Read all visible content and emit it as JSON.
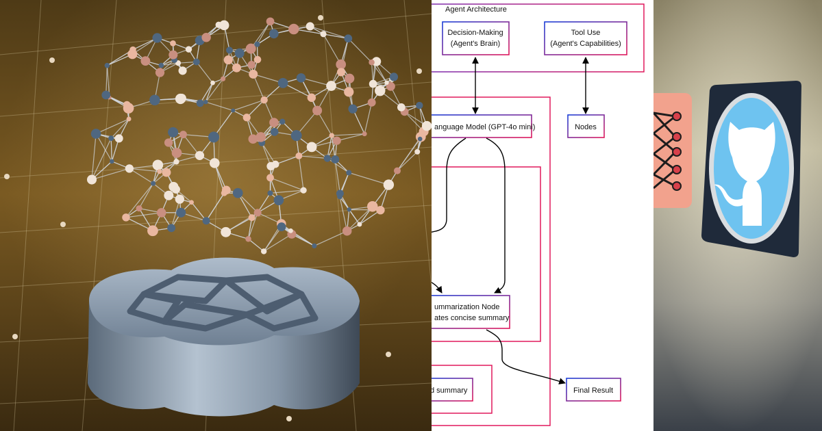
{
  "left_panel": {
    "description_icon": "neural-network-over-openai-logo",
    "colors": {
      "floor": "#6e4f1c",
      "logo": "#8fa3b8",
      "node_blue": "#4f6780",
      "node_peach": "#e9b7a0"
    }
  },
  "diagram": {
    "title": "Agent Architecture",
    "nodes": {
      "decision_line1": "Decision-Making",
      "decision_line2": "(Agent's Brain)",
      "tool_line1": "Tool Use",
      "tool_line2": "(Agent's Capabilities)",
      "llm": "anguage Model (GPT-4o mini)",
      "nodes_label": "Nodes",
      "summ_line1": "ummarization Node",
      "summ_line2": "ates concise summary",
      "summary": "d summary",
      "final": "Final Result"
    },
    "colors": {
      "border_pink": "#e0185c",
      "border_blue": "#1b3fd8",
      "container": "#e0185c"
    }
  },
  "right_panel": {
    "icons": [
      "neural-network-card-icon",
      "github-octocat-icon"
    ],
    "colors": {
      "wall": "#b2ac93",
      "card": "#f2a28d",
      "screen": "#1f2a3a",
      "octocat_bg": "#6ec3f0"
    }
  }
}
